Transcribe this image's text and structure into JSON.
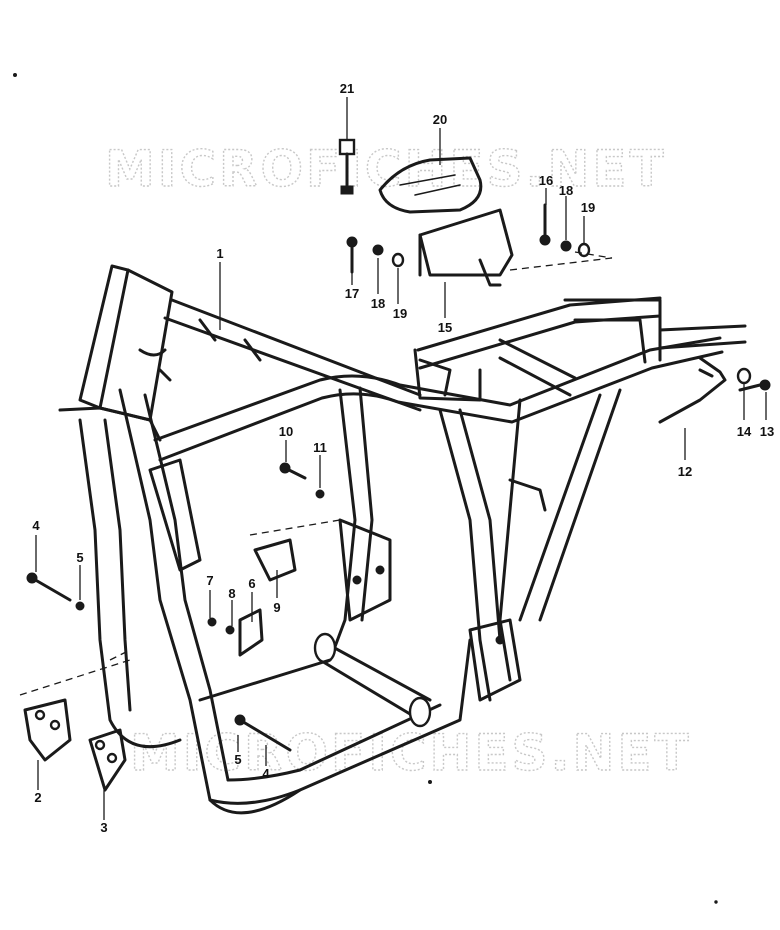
{
  "watermark_text": "MICROFICHES.NET",
  "labels": {
    "p1": "1",
    "p2": "2",
    "p3": "3",
    "p4a": "4",
    "p4b": "4",
    "p5a": "5",
    "p5b": "5",
    "p6": "6",
    "p7": "7",
    "p8": "8",
    "p9": "9",
    "p10": "10",
    "p11": "11",
    "p12": "12",
    "p13": "13",
    "p14": "14",
    "p15": "15",
    "p16": "16",
    "p17": "17",
    "p18a": "18",
    "p18b": "18",
    "p19a": "19",
    "p19b": "19",
    "p20": "20",
    "p21": "21"
  }
}
